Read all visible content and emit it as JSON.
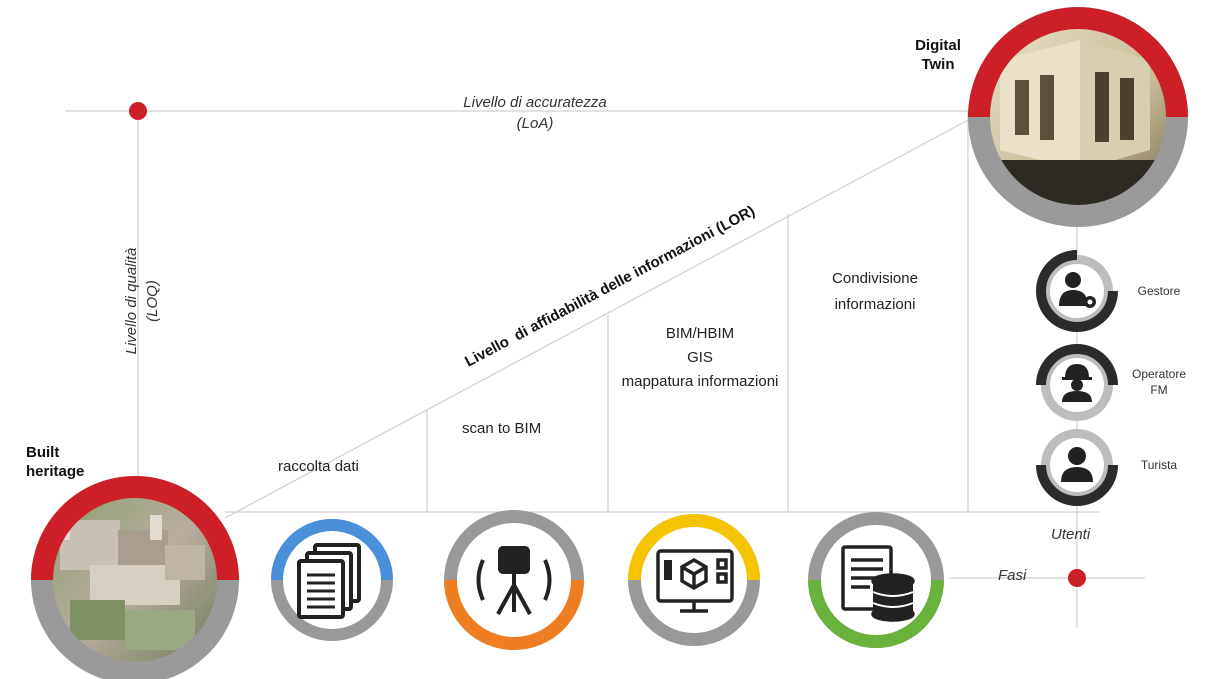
{
  "endpoints": {
    "start_label_line1": "Built",
    "start_label_line2": "heritage",
    "end_label_line1": "Digital",
    "end_label_line2": "Twin"
  },
  "axes": {
    "accuracy_line1": "Livello di accuratezza",
    "accuracy_line2": "(LoA)",
    "quality_line1": "Livello di qualità",
    "quality_line2": "(LOQ)",
    "reliability": "Livello  di affidabilità delle informazioni (LOR)",
    "phases": "Fasi",
    "users": "Utenti"
  },
  "steps": [
    {
      "label": "raccolta dati"
    },
    {
      "label": "scan to BIM"
    },
    {
      "label_lines": [
        "BIM/HBIM",
        "GIS",
        "mappatura informazioni"
      ]
    },
    {
      "label_lines": [
        "Condivisione",
        "informazioni"
      ]
    }
  ],
  "phase_icons": [
    {
      "icon": "documents-icon",
      "ring_color": "#4a90d9"
    },
    {
      "icon": "laser-scanner-icon",
      "ring_color": "#ef7d22"
    },
    {
      "icon": "bim-model-monitor-icon",
      "ring_color": "#f5c400"
    },
    {
      "icon": "database-document-icon",
      "ring_color": "#6ab23e"
    }
  ],
  "users": [
    {
      "label_lines": [
        "Gestore"
      ],
      "icon": "manager-gear-icon"
    },
    {
      "label_lines": [
        "Operatore",
        "FM"
      ],
      "icon": "hardhat-worker-icon"
    },
    {
      "label_lines": [
        "Turista"
      ],
      "icon": "person-icon"
    }
  ],
  "colors": {
    "accent_red": "#cc1f27",
    "ring_gray": "#999999",
    "line_gray": "#cfcfcf",
    "dark": "#2b2b2b"
  }
}
